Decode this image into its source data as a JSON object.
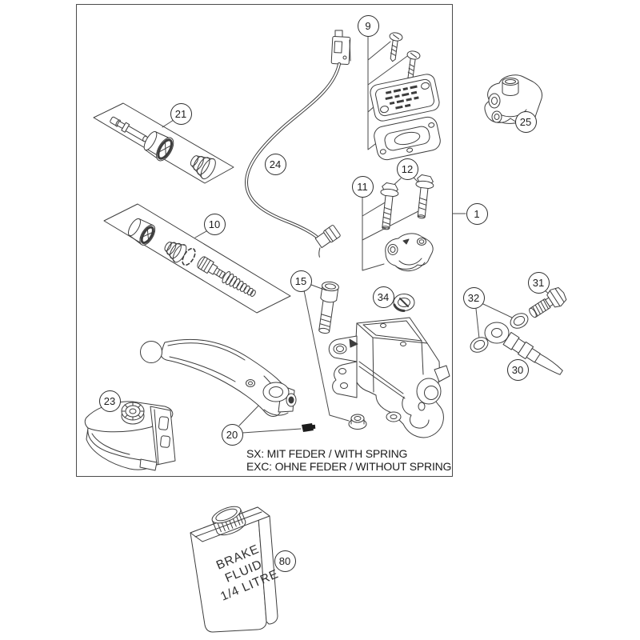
{
  "diagram": {
    "callouts": [
      {
        "ref": "9"
      },
      {
        "ref": "21"
      },
      {
        "ref": "24"
      },
      {
        "ref": "25"
      },
      {
        "ref": "10"
      },
      {
        "ref": "11"
      },
      {
        "ref": "12"
      },
      {
        "ref": "1"
      },
      {
        "ref": "15"
      },
      {
        "ref": "34"
      },
      {
        "ref": "31"
      },
      {
        "ref": "32"
      },
      {
        "ref": "30"
      },
      {
        "ref": "23"
      },
      {
        "ref": "20"
      },
      {
        "ref": "80"
      }
    ],
    "note": {
      "line1": "SX: MIT FEDER / WITH SPRING",
      "line2": "EXC: OHNE FEDER / WITHOUT SPRING"
    },
    "bottle": {
      "line1": "BRAKE",
      "line2": "FLUID",
      "line3": "1/4 LITRE"
    }
  }
}
